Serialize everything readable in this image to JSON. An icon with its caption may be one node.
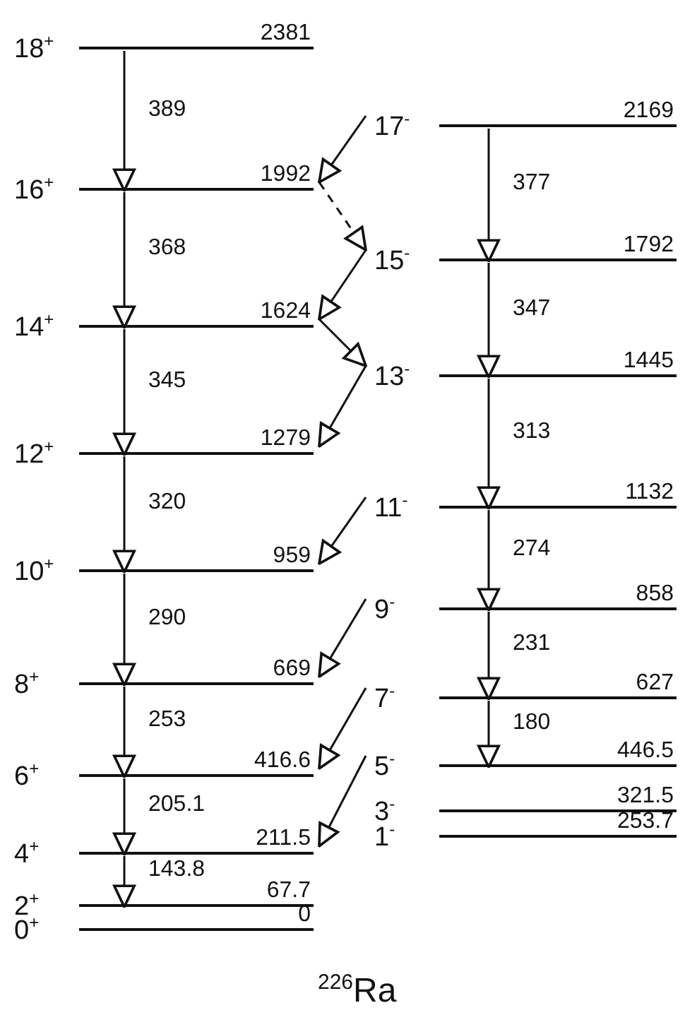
{
  "diagram": {
    "title": "$^{226}$Ra",
    "nodes": [
      {
        "text": [
          "18$^{+}$",
          "2381"
        ]
      },
      {
        "text": [
          "16$^{+}$",
          "1992"
        ]
      },
      {
        "text": [
          "14$^{+}$",
          "1624"
        ]
      },
      {
        "text": [
          "12$^{+}$",
          "1279"
        ]
      },
      {
        "text": [
          "10$^{+}$",
          "959"
        ]
      },
      {
        "text": [
          "8$^{+}$",
          "669"
        ]
      },
      {
        "text": [
          "6$^{+}$",
          "416.6"
        ]
      },
      {
        "text": [
          "4$^{+}$",
          "211.5"
        ]
      },
      {
        "text": [
          "2$^{+}$",
          "67.7"
        ]
      },
      {
        "text": [
          "0$^{+}$",
          "0"
        ]
      },
      {
        "text": [
          "17$^{-}$",
          "2169"
        ]
      },
      {
        "text": [
          "15$^{-}$",
          "1792"
        ]
      },
      {
        "text": [
          "13$^{-}$",
          "1445"
        ]
      },
      {
        "text": [
          "11$^{-}$",
          "1132"
        ]
      },
      {
        "text": [
          "9$^{-}$",
          "858"
        ]
      },
      {
        "text": [
          "7$^{-}$",
          "627"
        ]
      },
      {
        "text": [
          "5$^{-}$",
          "446.5"
        ]
      },
      {
        "text": [
          "3$^{-}$",
          "321.5"
        ]
      },
      {
        "text": [
          "1$^{-}$",
          "253.7"
        ]
      }
    ],
    "edges": [
      {
        "from": 0,
        "to": 1,
        "arrow": "to",
        "label": "389"
      },
      {
        "from": 1,
        "to": 2,
        "arrow": "to",
        "label": "368"
      },
      {
        "from": 2,
        "to": 3,
        "arrow": "to",
        "label": "345"
      },
      {
        "from": 3,
        "to": 4,
        "arrow": "to",
        "label": "320"
      },
      {
        "from": 4,
        "to": 5,
        "arrow": "to",
        "label": "290"
      },
      {
        "from": 5,
        "to": 6,
        "arrow": "to",
        "label": "253"
      },
      {
        "from": 6,
        "to": 7,
        "arrow": "to",
        "label": "205.1"
      },
      {
        "from": 7,
        "to": 8,
        "arrow": "to",
        "label": "143.8"
      },
      {
        "from": 10,
        "to": 11,
        "arrow": "to",
        "label": "377"
      },
      {
        "from": 11,
        "to": 12,
        "arrow": "to",
        "label": "347"
      },
      {
        "from": 12,
        "to": 13,
        "arrow": "to",
        "label": "313"
      },
      {
        "from": 13,
        "to": 14,
        "arrow": "to",
        "label": "274"
      },
      {
        "from": 14,
        "to": 15,
        "arrow": "to",
        "label": "231"
      },
      {
        "from": 15,
        "to": 16,
        "arrow": "to",
        "label": "180"
      },
      {
        "from": 10,
        "to": 1,
        "arrow": "to"
      },
      {
        "from": 1,
        "to": 11,
        "arrow": "to",
        "style": "dashed"
      },
      {
        "from": 11,
        "to": 2,
        "arrow": "to"
      },
      {
        "from": 2,
        "to": 12,
        "arrow": "to"
      },
      {
        "from": 12,
        "to": 3,
        "arrow": "to"
      },
      {
        "from": 13,
        "to": 4,
        "arrow": "to"
      },
      {
        "from": 14,
        "to": 5,
        "arrow": "to"
      },
      {
        "from": 15,
        "to": 6,
        "arrow": "to"
      },
      {
        "from": 16,
        "to": 7,
        "arrow": "to"
      }
    ]
  }
}
